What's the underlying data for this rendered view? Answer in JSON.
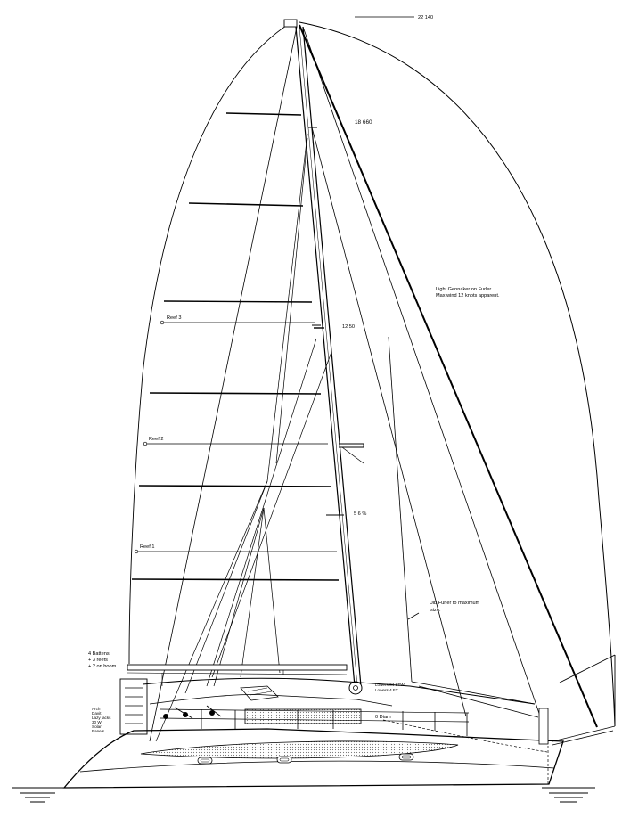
{
  "title_dimension": "22 140",
  "forestay_dimension": "18 660",
  "mast_dimension": "12 50",
  "upper_dimension": "5 6 %",
  "gennaker_note": {
    "line1": "Light Gennaker on Furler.",
    "line2": "Max wind 12 knots apparent."
  },
  "reef_labels": {
    "reef1": "Reef 1",
    "reef2": "Reef 2",
    "reef3": "Reef 3"
  },
  "jib_note": {
    "line1": "Jib Furler to maximum",
    "line2": "size."
  },
  "boom_note": {
    "line1": "Lowers 04 STW",
    "line2": "Lowers 4 FX"
  },
  "clearance_label": "0 Diam",
  "mainsheet_note": {
    "line1": "4 Battens",
    "line2": "+ 3 reefs",
    "line3": "+ 2 on boom"
  },
  "stern_note": {
    "line1": "Arch",
    "line2": "Davit",
    "line3": "Lazy jacks",
    "line4": "30 W",
    "line5": "Solar",
    "line6": "Panels"
  },
  "colors": {
    "ink": "#000000",
    "paper": "#ffffff",
    "hatch": "#7a7a7a"
  }
}
